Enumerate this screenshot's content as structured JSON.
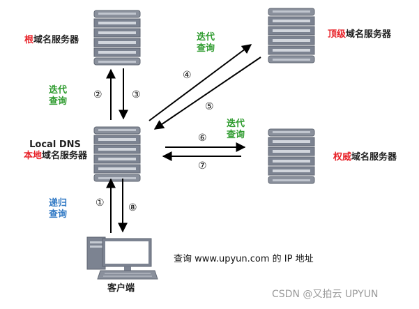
{
  "servers": {
    "root": {
      "red": "根",
      "rest": "域名服务器"
    },
    "top": {
      "red": "顶级",
      "rest": "域名服务器"
    },
    "local": {
      "line1": "Local DNS",
      "red": "本地",
      "rest": "域名服务器"
    },
    "auth": {
      "red": "权威",
      "rest": "域名服务器"
    }
  },
  "labels": {
    "iter_left": [
      "迭代",
      "查询"
    ],
    "iter_top": [
      "迭代",
      "查询"
    ],
    "iter_right": [
      "迭代",
      "查询"
    ],
    "recursive": [
      "递归",
      "查询"
    ]
  },
  "steps": [
    "①",
    "②",
    "③",
    "④",
    "⑤",
    "⑥",
    "⑦",
    "⑧"
  ],
  "client": {
    "label": "客户端",
    "query_text": "查询 www.upyun.com 的 IP 地址"
  },
  "watermark": "CSDN @又拍云 UPYUN",
  "colors": {
    "accent_red": "#e8242b",
    "green": "#2e9b2e",
    "blue": "#2f78c4",
    "server": "#7c8391"
  },
  "icons": [
    "server-icon",
    "desktop-computer-icon"
  ]
}
